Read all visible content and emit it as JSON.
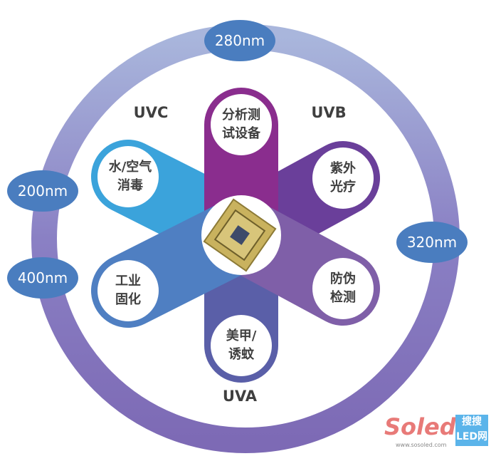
{
  "bands": [
    {
      "label": "UVC"
    },
    {
      "label": "UVB"
    },
    {
      "label": "UVA"
    }
  ],
  "wavelengths": [
    "280nm",
    "200nm",
    "320nm",
    "400nm"
  ],
  "applications": {
    "top": [
      "分析测",
      "试设备"
    ],
    "upper_left": [
      "水/空气",
      "消毒"
    ],
    "upper_right": [
      "紫外",
      "光疗"
    ],
    "lower_left": [
      "工业",
      "固化"
    ],
    "lower_right": [
      "防伪",
      "检测"
    ],
    "bottom": [
      "美甲/",
      "诱蚊"
    ]
  },
  "colors": {
    "top": "#8a2d8e",
    "upper_left": "#3ba3db",
    "upper_right": "#6a3f9a",
    "lower_left": "#4f7fc2",
    "lower_right": "#7f5fa8",
    "bottom": "#5a5fa8",
    "oval": "#4a7dbf"
  },
  "logo": {
    "brand": "Soled",
    "cn": "搜搜",
    "sub": "LED网",
    "url": "www.sosoled.com"
  }
}
